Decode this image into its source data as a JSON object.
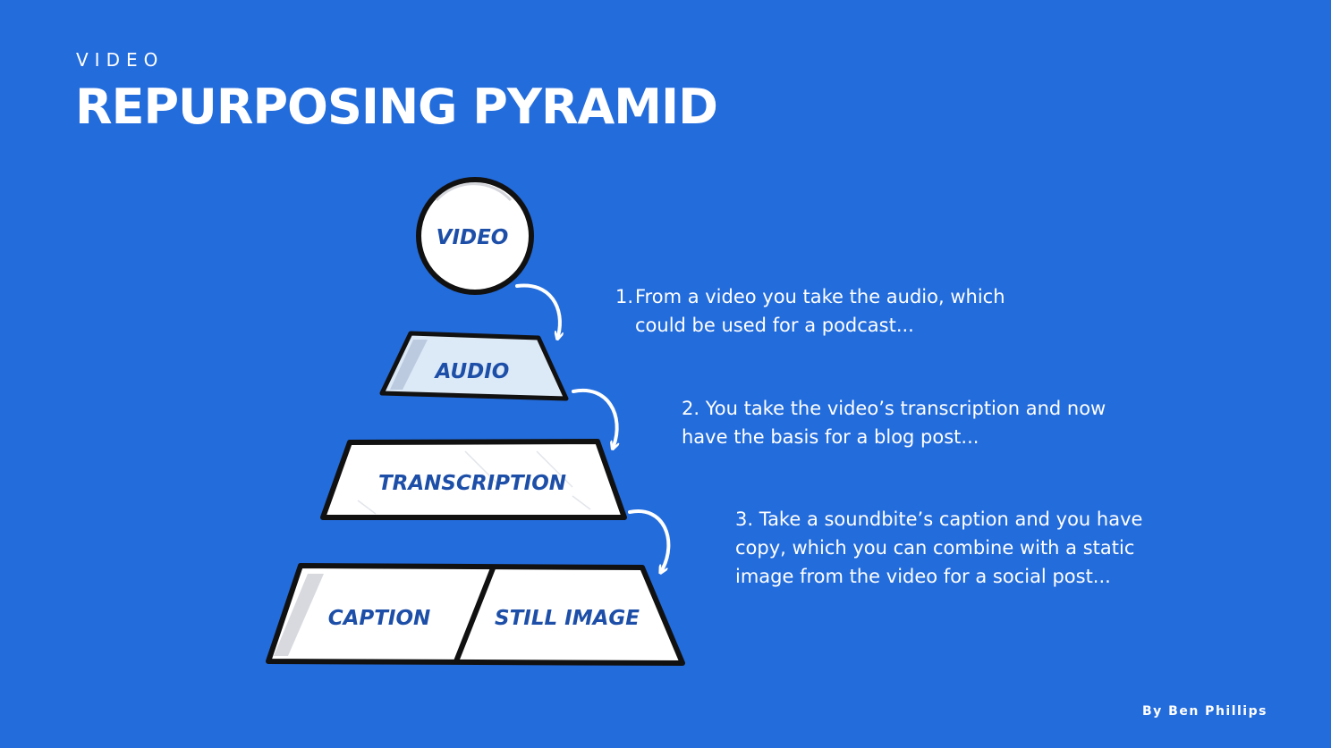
{
  "header": {
    "kicker": "VIDEO",
    "title": "REPURPOSING PYRAMID"
  },
  "pyramid": {
    "top": "VIDEO",
    "level1": "AUDIO",
    "level2": "TRANSCRIPTION",
    "level3_left": "CAPTION",
    "level3_right": "STILL IMAGE"
  },
  "steps": {
    "step1_number": "1.",
    "step1_line1": "From a video you take the audio, which",
    "step1_line2": "could be used for a podcast...",
    "step2_line1": "2. You take the video’s transcription and now",
    "step2_line2": "have the basis for a blog post...",
    "step3_line1": "3. Take a soundbite’s caption and you have",
    "step3_line2": "copy, which you can combine with a static",
    "step3_line3": "image from the video for a social post..."
  },
  "footer": {
    "credit": "By Ben Phillips"
  },
  "colors": {
    "background": "#236cdc",
    "label": "#1d4fa8",
    "audio_fill": "#dce9f7",
    "shape_fill": "#ffffff",
    "outline": "#111111"
  }
}
